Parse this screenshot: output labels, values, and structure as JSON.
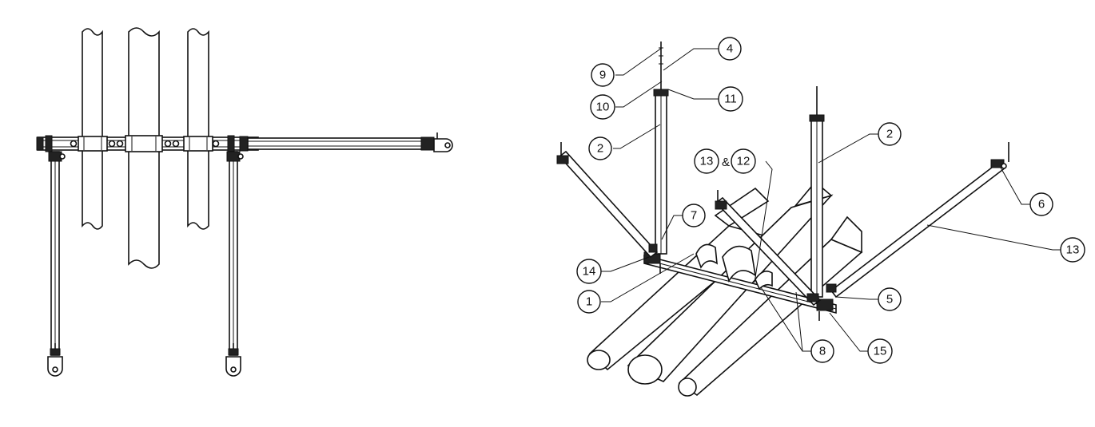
{
  "diagram": {
    "views": [
      "front-view",
      "isometric-view"
    ],
    "callouts": [
      {
        "id": "c9",
        "label": "9"
      },
      {
        "id": "c4",
        "label": "4"
      },
      {
        "id": "c10",
        "label": "10"
      },
      {
        "id": "c11",
        "label": "11"
      },
      {
        "id": "c2a",
        "label": "2"
      },
      {
        "id": "c2b",
        "label": "2"
      },
      {
        "id": "c13a",
        "label": "13"
      },
      {
        "id": "c12",
        "label": "12"
      },
      {
        "id": "c7",
        "label": "7"
      },
      {
        "id": "c6",
        "label": "6"
      },
      {
        "id": "c13b",
        "label": "13"
      },
      {
        "id": "c14",
        "label": "14"
      },
      {
        "id": "c1",
        "label": "1"
      },
      {
        "id": "c5",
        "label": "5"
      },
      {
        "id": "c8",
        "label": "8"
      },
      {
        "id": "c15",
        "label": "15"
      }
    ],
    "ampersand": "&"
  }
}
